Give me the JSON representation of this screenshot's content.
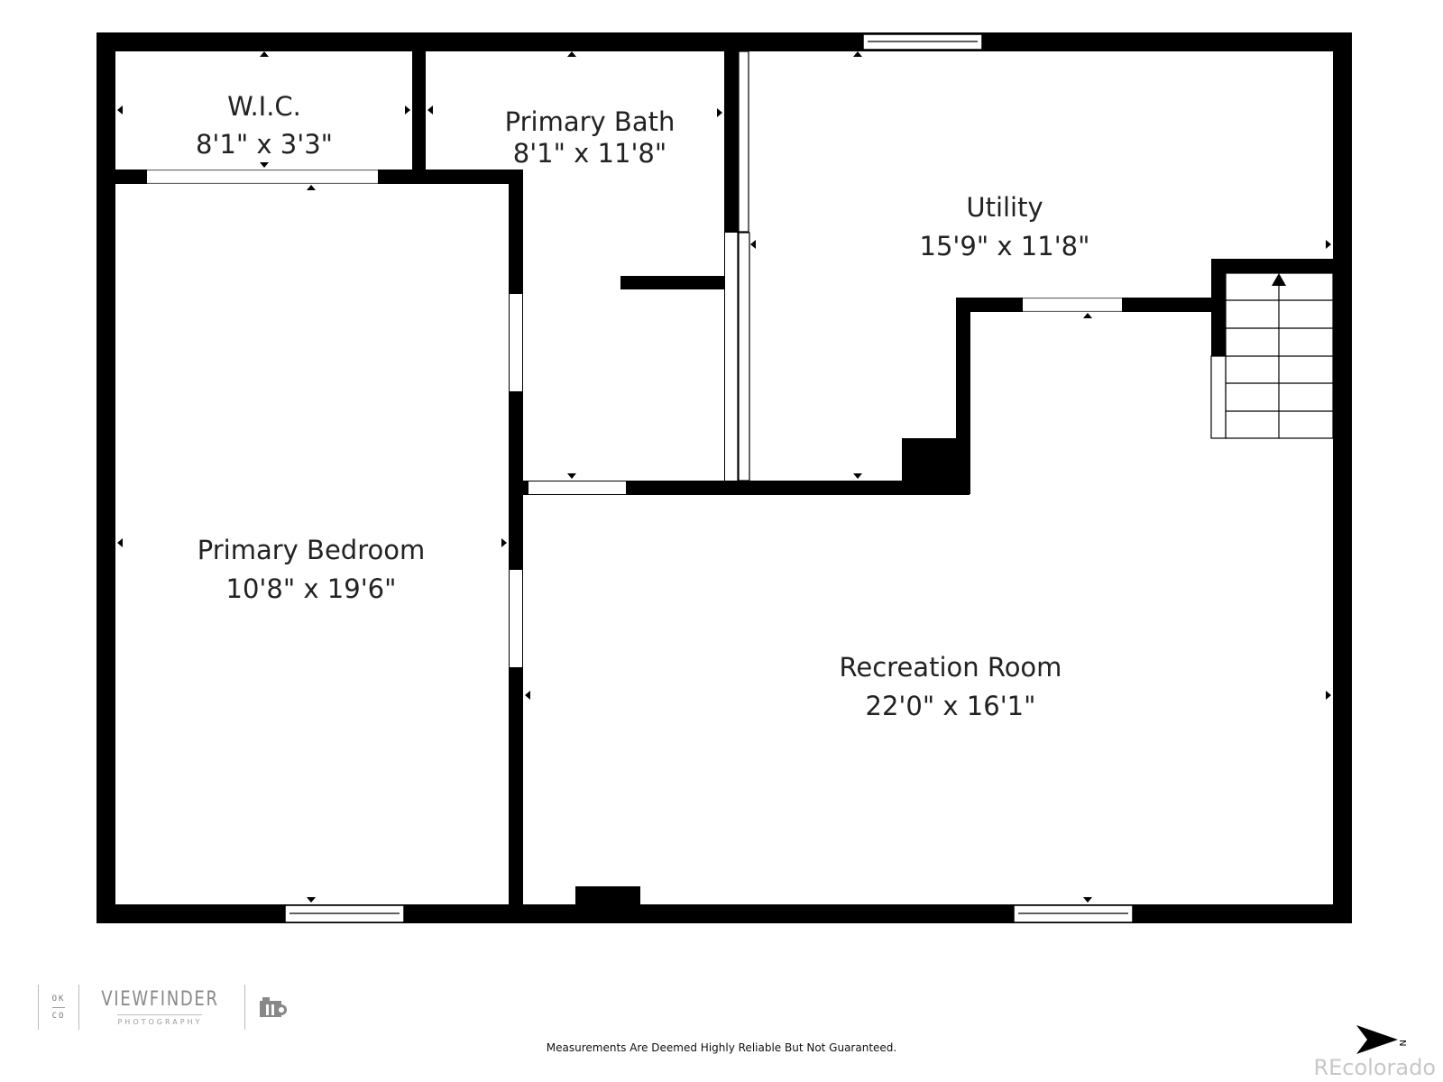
{
  "rooms": {
    "wic": {
      "name": "W.I.C.",
      "dims": "8'1\" x 3'3\""
    },
    "primary_bath": {
      "name": "Primary Bath",
      "dims": "8'1\" x 11'8\""
    },
    "utility": {
      "name": "Utility",
      "dims": "15'9\" x 11'8\""
    },
    "primary_bedroom": {
      "name": "Primary Bedroom",
      "dims": "10'8\" x 19'6\""
    },
    "recreation_room": {
      "name": "Recreation Room",
      "dims": "22'0\" x 16'1\""
    }
  },
  "branding": {
    "okco_top": "OK",
    "okco_bottom": "CO",
    "studio_name": "VIEWFINDER",
    "studio_sub": "PHOTOGRAPHY",
    "camera_icon": "camera-icon"
  },
  "disclaimer": "Measurements Are Deemed Highly Reliable But Not Guaranteed.",
  "compass": {
    "label": "N",
    "icon": "north-arrow-icon"
  },
  "watermark": "REcolorado"
}
